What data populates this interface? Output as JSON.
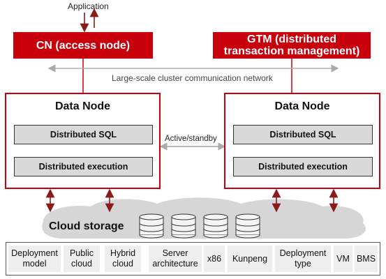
{
  "application_label": "Application",
  "cn_label": "CN (access node)",
  "gtm_label": "GTM (distributed transaction management)",
  "network_label": "Large-scale cluster communication network",
  "active_standby_label": "Active/standby",
  "data_nodes": [
    {
      "title": "Data Node",
      "sql_label": "Distributed SQL",
      "exec_label": "Distributed execution"
    },
    {
      "title": "Data Node",
      "sql_label": "Distributed SQL",
      "exec_label": "Distributed execution"
    }
  ],
  "cloud_storage_label": "Cloud storage",
  "bottom_row": [
    "Deployment model",
    "Public cloud",
    "Hybrid cloud",
    "Server architecture",
    "x86",
    "Kunpeng",
    "Deployment type",
    "VM",
    "BMS"
  ],
  "colors": {
    "accent_red": "#c7000b",
    "dark_red": "#8b1a1a",
    "module_gray": "#d9d9d9",
    "cloud_gray": "#d6d6d6"
  }
}
